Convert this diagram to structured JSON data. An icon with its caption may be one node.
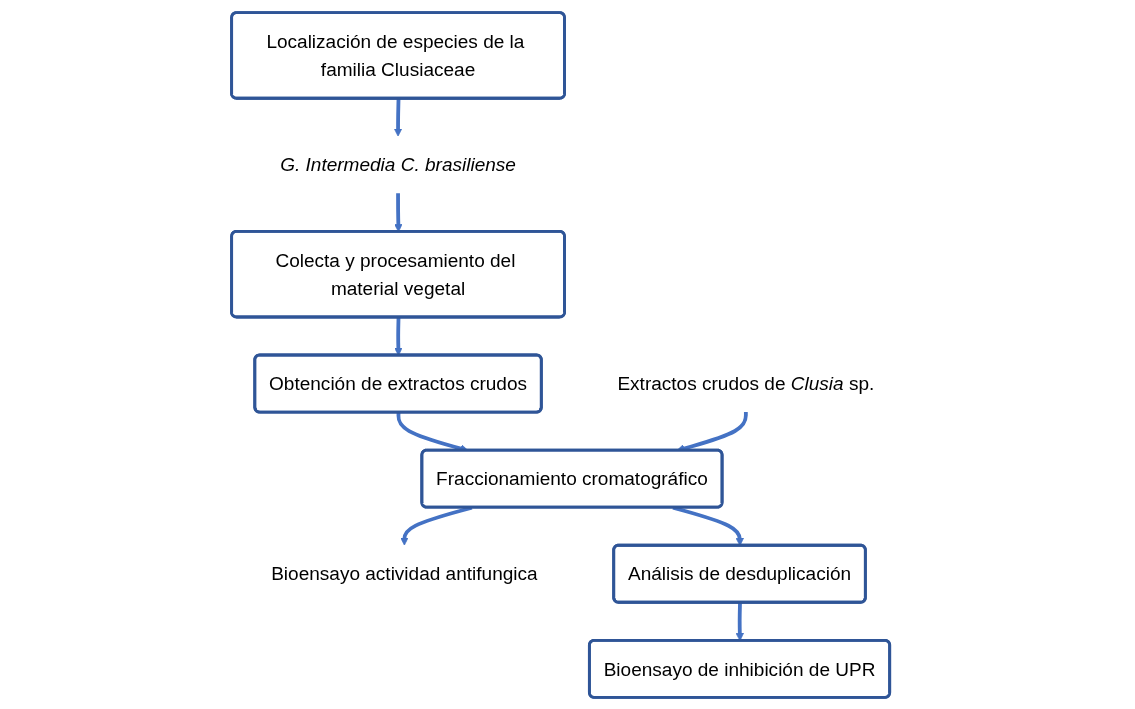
{
  "diagram": {
    "nodes": [
      {
        "text": [
          "Localización de especies de la familia Clusiaceae"
        ]
      },
      {
        "text": [
          "G. Intermedia C. brasiliense"
        ]
      },
      {
        "text": [
          "Colecta y procesamiento del material vegetal"
        ]
      },
      {
        "text": [
          "Obtención de extractos crudos"
        ]
      },
      {
        "text": [
          "Extractos crudos de *Clusia* sp."
        ]
      },
      {
        "text": [
          "Fraccionamiento cromatográfico"
        ]
      },
      {
        "text": [
          "Bioensayo actividad antifungica"
        ]
      },
      {
        "text": [
          "Análisis de desduplicación"
        ]
      },
      {
        "text": [
          "Bioensayo de inhibición de UPR"
        ]
      }
    ],
    "edges": [
      {
        "from": 0,
        "to": 1,
        "arrow": "to"
      },
      {
        "from": 1,
        "to": 2,
        "arrow": "to"
      },
      {
        "from": 2,
        "to": 3,
        "arrow": "to"
      },
      {
        "from": 3,
        "to": 5,
        "arrow": "to"
      },
      {
        "from": 4,
        "to": 5,
        "arrow": "to"
      },
      {
        "from": 5,
        "to": 6,
        "arrow": "to"
      },
      {
        "from": 5,
        "to": 7,
        "arrow": "to"
      },
      {
        "from": 7,
        "to": 8,
        "arrow": "to"
      }
    ]
  }
}
